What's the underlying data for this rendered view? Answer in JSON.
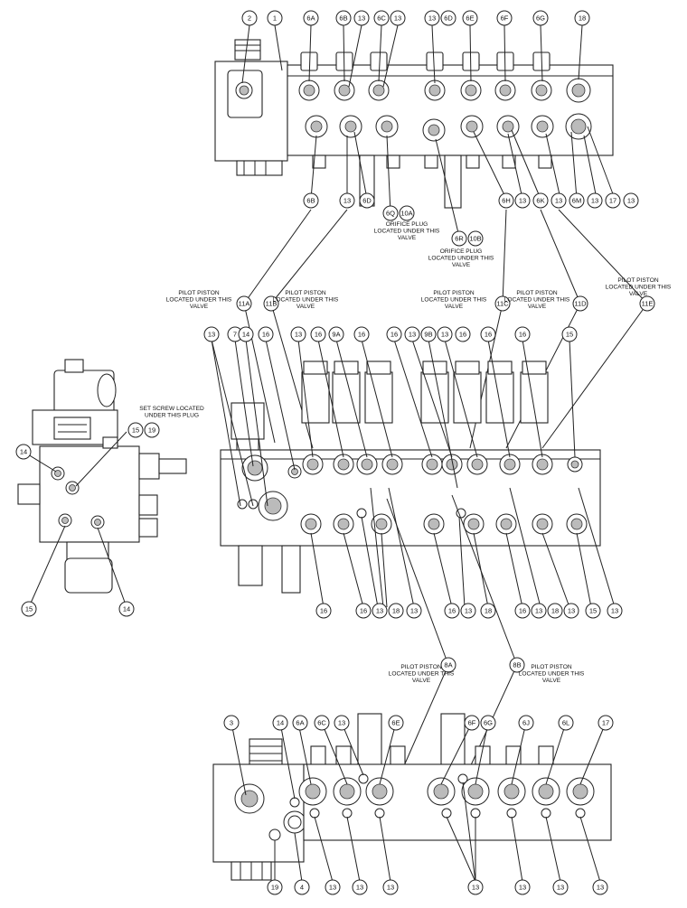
{
  "views": {
    "top": {
      "balloons": [
        "2",
        "1",
        "6A",
        "6B",
        "13",
        "6C",
        "13",
        "13",
        "6D",
        "6E",
        "6F",
        "6G",
        "18",
        "6B",
        "13",
        "6D",
        "6Q",
        "10A",
        "6R",
        "10B",
        "6H",
        "13",
        "6K",
        "13",
        "6M",
        "13",
        "17",
        "13"
      ],
      "notes": [
        "ORIFICE PLUG LOCATED UNDER THIS VALVE",
        "ORIFICE PLUG LOCATED UNDER THIS VALVE"
      ]
    },
    "middle": {
      "balloons_top": [
        "13",
        "7",
        "14",
        "16",
        "13",
        "16",
        "9A",
        "16",
        "16",
        "13",
        "9B",
        "13",
        "16",
        "16",
        "16",
        "15"
      ],
      "balloons_bottom": [
        "16",
        "16",
        "13",
        "18",
        "13",
        "16",
        "13",
        "18",
        "16",
        "13",
        "18",
        "13",
        "15",
        "13"
      ],
      "pilot_callouts": [
        {
          "id": "11A",
          "text": "PILOT PISTON LOCATED UNDER THIS VALVE"
        },
        {
          "id": "11B",
          "text": "PILOT PISTON LOCATED UNDER THIS VALVE"
        },
        {
          "id": "11C",
          "text": "PILOT PISTON LOCATED UNDER THIS VALVE"
        },
        {
          "id": "11D",
          "text": "PILOT PISTON LOCATED UNDER THIS VALVE"
        },
        {
          "id": "11E",
          "text": "PILOT PISTON LOCATED UNDER THIS VALVE"
        }
      ]
    },
    "side": {
      "note": "SET SCREW LOCATED UNDER THIS PLUG",
      "balloons": [
        "15",
        "19",
        "14",
        "15",
        "14"
      ]
    },
    "bottom": {
      "balloons_top": [
        "3",
        "14",
        "6A",
        "6C",
        "13",
        "6E",
        "6F",
        "6G",
        "6J",
        "6L",
        "17"
      ],
      "balloons_bottom": [
        "19",
        "4",
        "13",
        "13",
        "13",
        "13",
        "13",
        "13",
        "13"
      ],
      "pilot_callouts": [
        {
          "id": "8A",
          "text": "PILOT PISTON LOCATED UNDER THIS VALVE"
        },
        {
          "id": "8B",
          "text": "PILOT PISTON LOCATED UNDER THIS VALVE"
        }
      ]
    }
  }
}
